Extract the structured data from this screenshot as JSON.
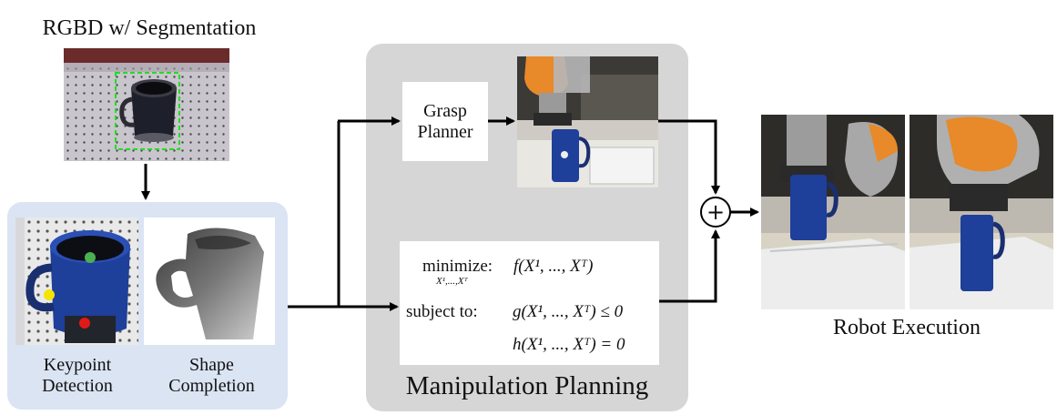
{
  "figure": {
    "top_title": "RGBD w/ Segmentation",
    "perception": {
      "keypoint_label_line1": "Keypoint",
      "keypoint_label_line2": "Detection",
      "shape_label_line1": "Shape",
      "shape_label_line2": "Completion"
    },
    "planning": {
      "title": "Manipulation Planning",
      "grasp_line1": "Grasp",
      "grasp_line2": "Planner",
      "opt": {
        "minimize_word": "minimize:",
        "minimize_sub": "X¹,...,Xᵀ",
        "objective": "f(X¹, ..., Xᵀ)",
        "subject_to_word": "subject to:",
        "ineq": "g(X¹, ..., Xᵀ) ≤ 0",
        "eq": "h(X¹, ..., Xᵀ) = 0"
      }
    },
    "combine_symbol": "+",
    "execution_label": "Robot Execution"
  },
  "colors": {
    "perception_panel": "#dbe4f3",
    "planning_panel": "#d6d6d6",
    "segmentation_box": "#22dd22",
    "keypoint_green": "#4caf50",
    "keypoint_yellow": "#f4e400",
    "keypoint_red": "#e11919",
    "mug_blue": "#1e3f9a",
    "robot_orange": "#e8892a"
  },
  "icons": [
    "rgbd-photo",
    "keypoint-photo",
    "depth-completion-photo",
    "grasp-photo",
    "robot-exec-photo-1",
    "robot-exec-photo-2",
    "plus-circle-icon"
  ]
}
